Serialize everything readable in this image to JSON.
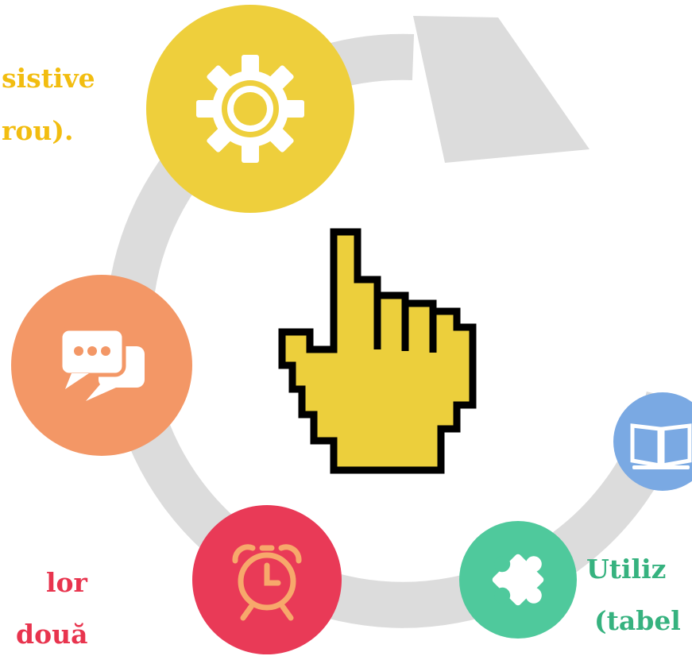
{
  "colors": {
    "arrow": "#dcdcdc",
    "settings_node": "#eecf3c",
    "chat_node": "#f39766",
    "alarm_node": "#e93a57",
    "puzzle_node": "#4fc99c",
    "book_node": "#7aa9e3",
    "hand_fill": "#eccf3c",
    "hand_outline": "#000000",
    "text_yellow": "#f2bd10",
    "text_red": "#e8344e",
    "text_green": "#36b27f"
  },
  "labels": {
    "top_left_line1": "sistive",
    "top_left_line2": "rou).",
    "bottom_left_line1": "lor",
    "bottom_left_line2": "două",
    "bottom_right_line1": "Utiliz",
    "bottom_right_line2": "(tabel"
  },
  "icons": {
    "settings": "gear-icon",
    "chat": "chat-bubbles-icon",
    "alarm": "alarm-clock-icon",
    "puzzle": "puzzle-icon",
    "book": "book-icon",
    "center": "pointer-hand-icon"
  }
}
